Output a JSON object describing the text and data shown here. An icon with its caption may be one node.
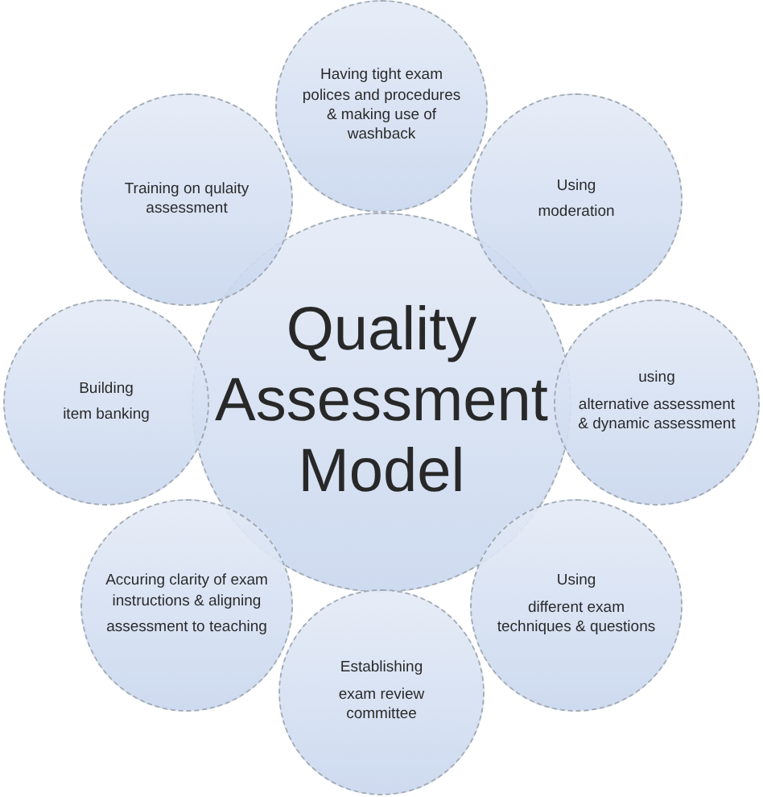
{
  "diagram": {
    "nodes": [
      {
        "text": [
          "Quality Assessment Model"
        ]
      },
      {
        "text": [
          "Having tight exam polices and procedures & making use of washback"
        ]
      },
      {
        "text": [
          "Using",
          "moderation"
        ]
      },
      {
        "text": [
          "using",
          "alternative assessment & dynamic assessment"
        ]
      },
      {
        "text": [
          "Using",
          "different exam techniques & questions"
        ]
      },
      {
        "text": [
          "Establishing",
          "exam review committee"
        ]
      },
      {
        "text": [
          "Accuring clarity of exam instructions & aligning",
          "assessment to teaching"
        ]
      },
      {
        "text": [
          "Building",
          "item banking"
        ]
      },
      {
        "text": [
          "Training on qulaity assessment"
        ]
      }
    ],
    "edges": []
  }
}
